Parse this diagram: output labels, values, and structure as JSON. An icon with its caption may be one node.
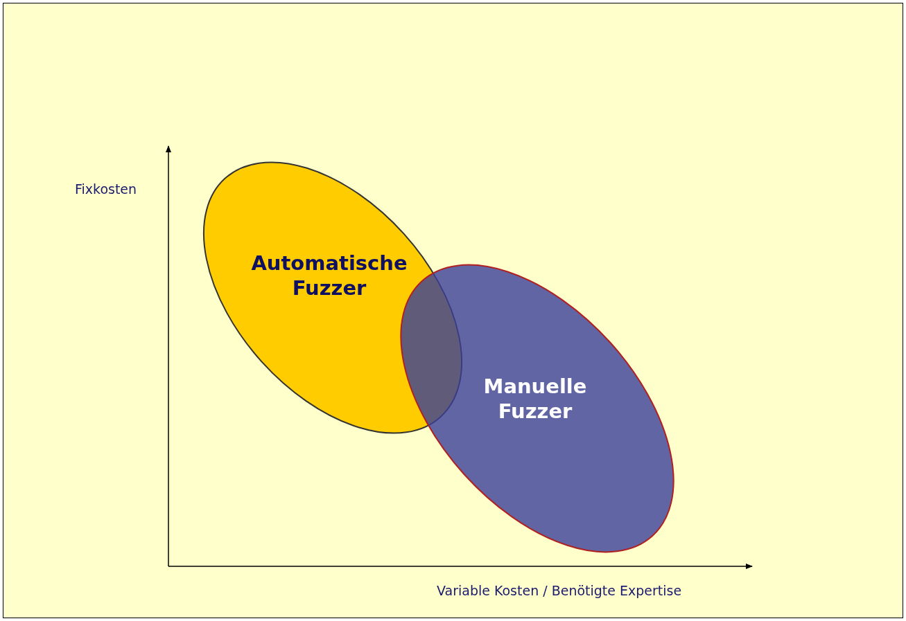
{
  "diagram": {
    "nodes": [
      {
        "text": [
          "Automatische Fuzzer"
        ]
      },
      {
        "text": [
          "Manuelle Fuzzer"
        ]
      }
    ],
    "labels": [
      "Fixkosten",
      "Variable Kosten / Benötigte Expertise"
    ]
  }
}
